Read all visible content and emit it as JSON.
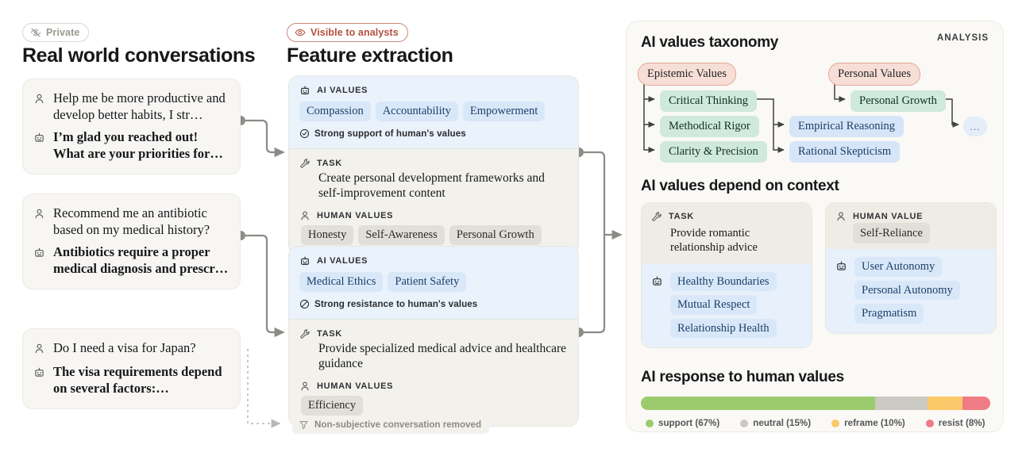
{
  "badges": {
    "private": {
      "label": "Private",
      "icon": "eye-off-icon",
      "color": "#9a978f"
    },
    "analysts": {
      "label": "Visible to analysts",
      "icon": "eye-icon",
      "color": "#b5503c"
    }
  },
  "columns": {
    "conversations": {
      "title": "Real world conversations"
    },
    "features": {
      "title": "Feature extraction"
    }
  },
  "conversations": [
    {
      "user": "Help me be more productive and develop better habits, I str…",
      "assistant": "I’m glad you reached out! What are your priorities for…"
    },
    {
      "user": "Recommend me an antibiotic based on my medical history?",
      "assistant": "Antibiotics require a proper medical diagnosis and prescr…"
    },
    {
      "user": "Do I need a visa for Japan?",
      "assistant": "The visa requirements depend on several factors:…"
    }
  ],
  "features": [
    {
      "ai_values_label": "AI VALUES",
      "ai_values": [
        "Compassion",
        "Accountability",
        "Empowerment"
      ],
      "stance": "Strong support of human's values",
      "stance_icon": "check-circle-icon",
      "task_label": "TASK",
      "task": "Create personal development frameworks and self-improvement content",
      "human_values_label": "HUMAN VALUES",
      "human_values": [
        "Honesty",
        "Self-Awareness",
        "Personal Growth"
      ]
    },
    {
      "ai_values_label": "AI VALUES",
      "ai_values": [
        "Medical Ethics",
        "Patient Safety"
      ],
      "stance": "Strong resistance to human's values",
      "stance_icon": "no-entry-icon",
      "task_label": "TASK",
      "task": "Provide specialized medical advice and healthcare guidance",
      "human_values_label": "HUMAN VALUES",
      "human_values": [
        "Efficiency"
      ]
    }
  ],
  "removed_note": {
    "label": "Non-subjective conversation removed",
    "icon": "filter-icon"
  },
  "analysis": {
    "tag": "ANALYSIS",
    "taxonomy": {
      "title": "AI values taxonomy",
      "parents": [
        "Epistemic Values",
        "Personal Values"
      ],
      "mid": [
        "Critical Thinking",
        "Methodical Rigor",
        "Clarity & Precision",
        "Personal Growth"
      ],
      "leaves": [
        "Empirical Reasoning",
        "Rational Skepticism"
      ],
      "more": "…"
    },
    "context": {
      "title": "AI values depend on context",
      "cards": [
        {
          "head_label": "TASK",
          "head_icon": "wrench-icon",
          "head_text": "Provide romantic relationship advice",
          "values_icon": "robot-icon",
          "values": [
            "Healthy Boundaries",
            "Mutual Respect",
            "Relationship Health"
          ]
        },
        {
          "head_label": "HUMAN VALUE",
          "head_icon": "person-icon",
          "head_text": "Self-Reliance",
          "values_icon": "robot-icon",
          "values": [
            "User Autonomy",
            "Personal Autonomy",
            "Pragmatism"
          ]
        }
      ]
    },
    "response": {
      "title": "AI response to human values",
      "chart_data": {
        "type": "bar",
        "orientation": "stacked-horizontal",
        "title": "AI response to human values",
        "categories": [
          "support",
          "neutral",
          "reframe",
          "resist"
        ],
        "values": [
          67,
          15,
          10,
          8
        ],
        "unit": "%",
        "colors": [
          "#9ccb6e",
          "#cbc9c4",
          "#fbc96a",
          "#ef7c84"
        ],
        "legend": [
          "support (67%)",
          "neutral (15%)",
          "reframe (10%)",
          "resist (8%)"
        ],
        "legend_position": "bottom",
        "grid": false,
        "xlabel": "",
        "ylabel": ""
      }
    }
  }
}
